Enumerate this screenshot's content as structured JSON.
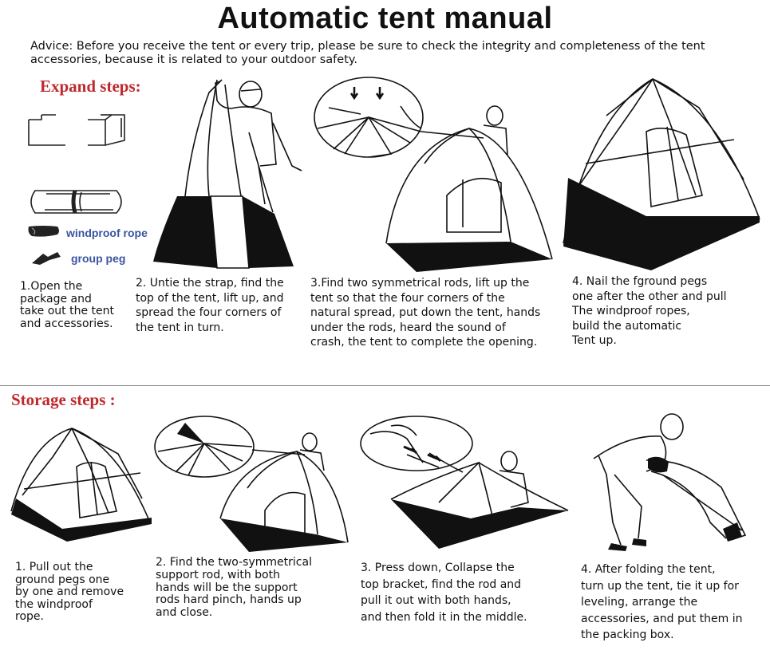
{
  "title": "Automatic tent manual",
  "advice": "Advice: Before you receive the tent or every trip, please be sure to check the integrity and completeness of the tent accessories, because it is related to your outdoor safety.",
  "expand": {
    "heading": "Expand steps:",
    "accessories": {
      "windproof_rope": "windproof rope",
      "group_peg": "group peg"
    },
    "steps": [
      "1.Open the\npackage and\ntake out the tent\nand accessories.",
      "2. Untie the strap, find the\ntop of the tent, lift up, and\nspread the four corners of\nthe tent in turn.",
      "3.Find two symmetrical rods, lift up the\ntent so that the four corners of the\nnatural spread, put down the tent, hands\nunder the rods, heard the sound of\ncrash, the tent to complete the opening.",
      "4. Nail the fground pegs\none after the other and pull\nThe windproof ropes,\nbuild the automatic\nTent up."
    ]
  },
  "storage": {
    "heading": "Storage steps :",
    "steps": [
      "1. Pull out the\nground pegs one\nby one and remove\nthe windproof\nrope.",
      "2. Find the two-symmetrical\nsupport rod, with both\nhands will be the support\nrods hard pinch, hands up\nand close.",
      "3. Press down, Collapse the\ntop bracket, find the rod and\npull it out with both hands,\nand then fold it in the middle.",
      "4. After folding the tent,\nturn up the tent, tie it up for\nleveling, arrange the\naccessories, and put them in\nthe packing box."
    ]
  }
}
